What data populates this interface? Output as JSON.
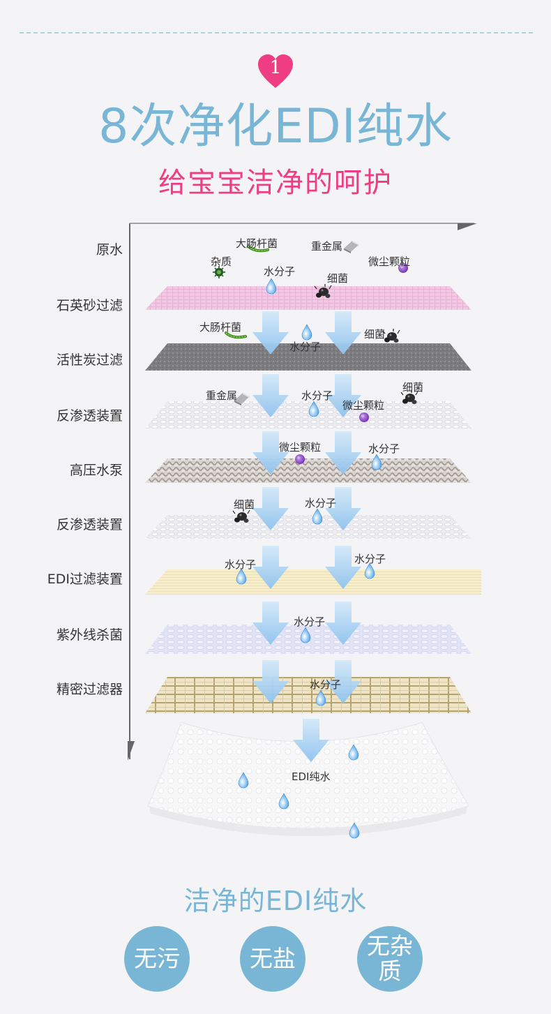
{
  "step_number": "1",
  "title": "8次净化EDI纯水",
  "subtitle": "给宝宝洁净的呵护",
  "stages": [
    {
      "label": "原水"
    },
    {
      "label": "石英砂过滤"
    },
    {
      "label": "活性炭过滤"
    },
    {
      "label": "反渗透装置"
    },
    {
      "label": "高压水泵"
    },
    {
      "label": "反渗透装置"
    },
    {
      "label": "EDI过滤装置"
    },
    {
      "label": "紫外线杀菌"
    },
    {
      "label": "精密过滤器"
    }
  ],
  "tags": {
    "raw_ecoli": "大肠杆菌",
    "raw_heavy_metal": "重金属",
    "raw_impurity": "杂质",
    "raw_dust": "微尘颗粒",
    "raw_water": "水分子",
    "raw_bacteria": "细菌",
    "s2_ecoli": "大肠杆菌",
    "s2_water": "水分子",
    "s2_bacteria": "细菌",
    "s3_heavy_metal": "重金属",
    "s3_water": "水分子",
    "s3_bacteria": "细菌",
    "s3_dust": "微尘颗粒",
    "s4_dust": "微尘颗粒",
    "s4_water": "水分子",
    "s5_bacteria": "细菌",
    "s5_water": "水分子",
    "s6_water_a": "水分子",
    "s6_water_b": "水分子",
    "s7_water": "水分子",
    "s8_water": "水分子"
  },
  "final_output": "EDI纯水",
  "bottom_title": "洁净的EDI纯水",
  "badges": [
    "无污",
    "无盐",
    "无杂质"
  ],
  "colors": {
    "title_blue": "#79b6d6",
    "subtitle_pink": "#ee3d83",
    "heart_pink": "#ee3d83",
    "arrow_blue": "#a9d3f2"
  }
}
